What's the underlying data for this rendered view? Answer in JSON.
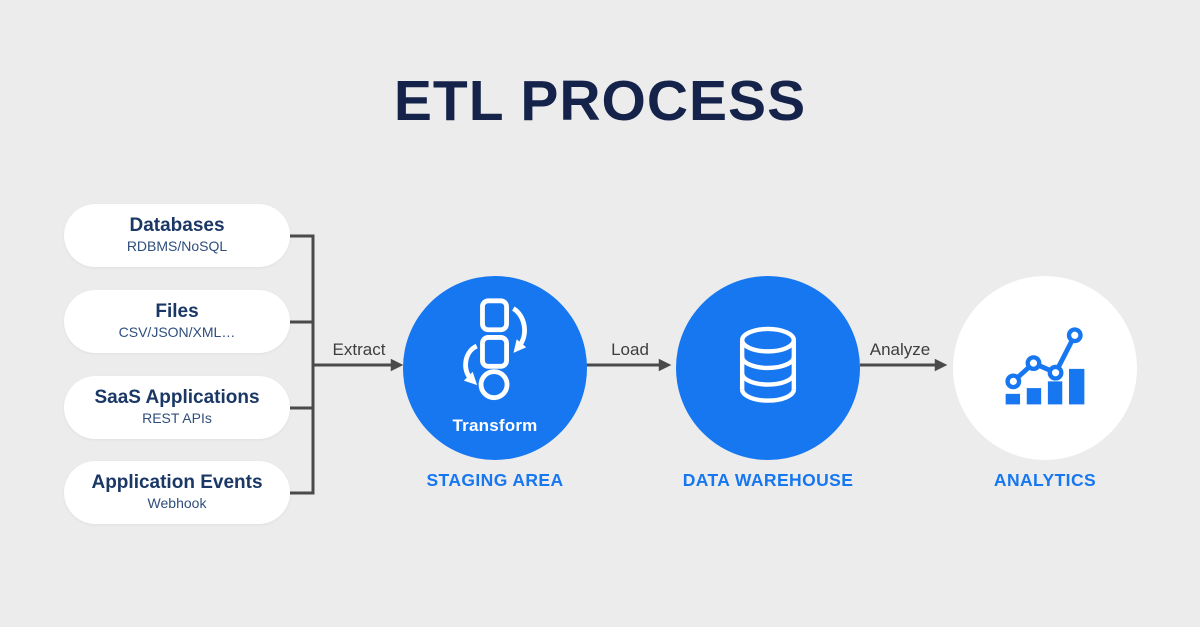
{
  "title": "ETL PROCESS",
  "sources": [
    {
      "title": "Databases",
      "subtitle": "RDBMS/NoSQL"
    },
    {
      "title": "Files",
      "subtitle": "CSV/JSON/XML…"
    },
    {
      "title": "SaaS Applications",
      "subtitle": "REST APIs"
    },
    {
      "title": "Application Events",
      "subtitle": "Webhook"
    }
  ],
  "flow_labels": {
    "extract": "Extract",
    "load": "Load",
    "analyze": "Analyze"
  },
  "stages": {
    "staging": {
      "label": "STAGING AREA",
      "badge": "Transform",
      "icon": "transform-cycle-icon"
    },
    "warehouse": {
      "label": "DATA WAREHOUSE",
      "icon": "database-cylinder-icon"
    },
    "analytics": {
      "label": "ANALYTICS",
      "icon": "bar-line-chart-icon"
    }
  },
  "colors": {
    "background": "#ECECEC",
    "accent_blue": "#1677F1",
    "title_navy": "#15234A",
    "connector_gray": "#4A4A4A"
  }
}
